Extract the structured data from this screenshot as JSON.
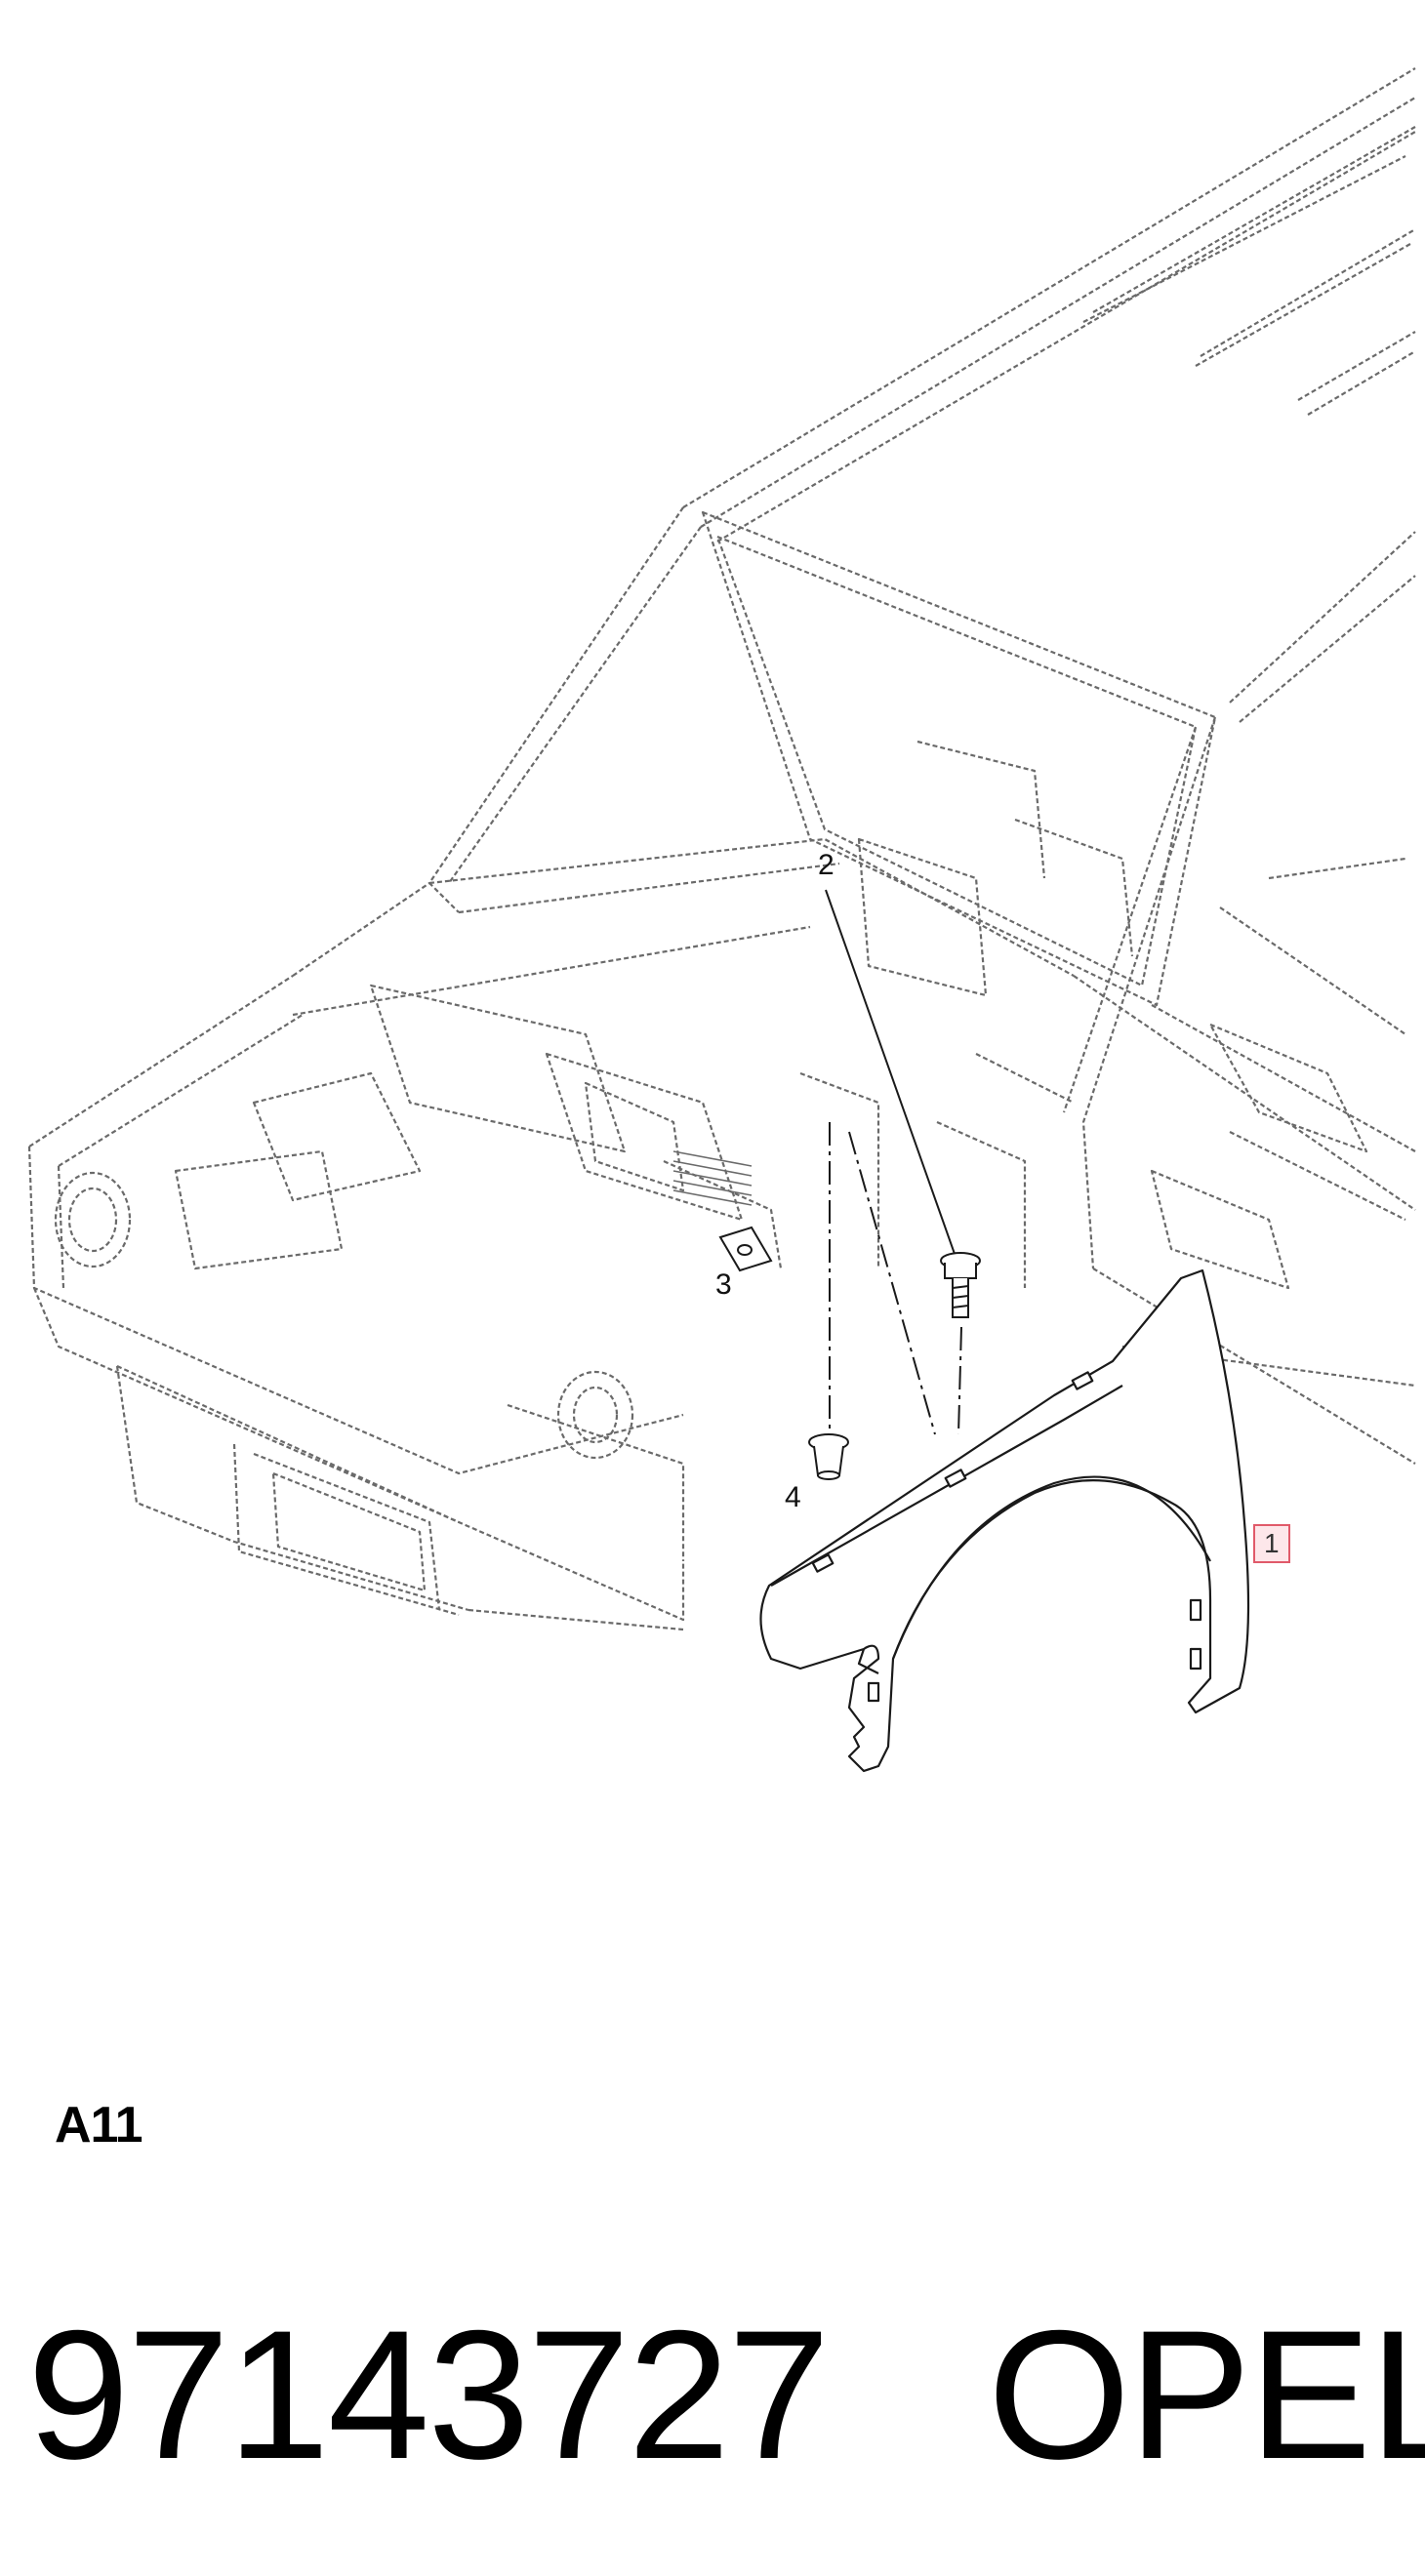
{
  "diagram": {
    "subject": "",
    "callouts": {
      "fender": "1",
      "bolt": "2",
      "clip_nut": "3",
      "grommet": "4"
    },
    "section_code": "A11"
  },
  "footer": {
    "part_number": "97143727",
    "brand": "OPEL"
  },
  "colors": {
    "line": "#6a6a6a",
    "part_outline": "#1a1a1a",
    "highlight_border": "#e05a6a",
    "highlight_fill": "#fde7ea"
  },
  "icons": {
    "vehicle": "vehicle-body-outline-icon",
    "fender": "front-fender-icon",
    "bolt": "flange-bolt-icon",
    "clip_nut": "clip-nut-icon",
    "grommet": "push-grommet-icon"
  }
}
